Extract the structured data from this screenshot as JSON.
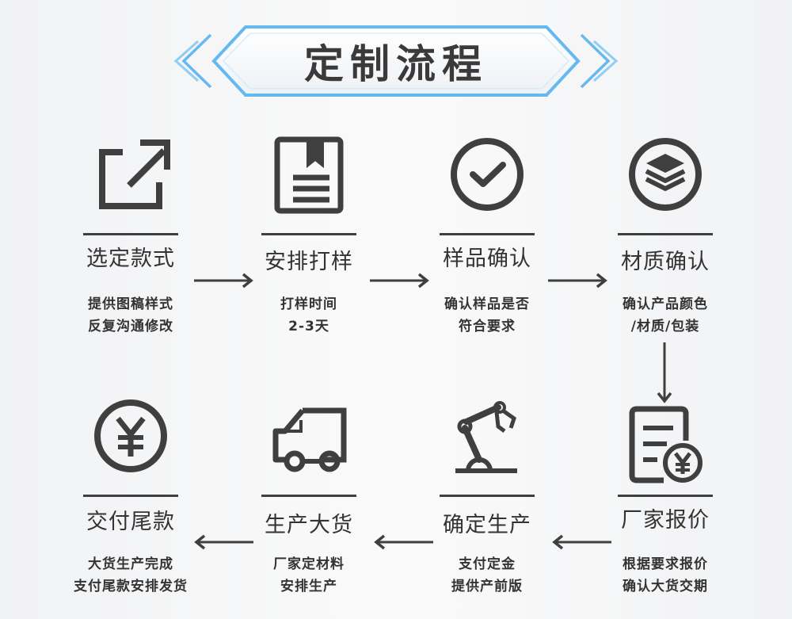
{
  "title": "定制流程",
  "steps": [
    {
      "label": "选定款式",
      "desc": [
        "提供图稿样式",
        "反复沟通修改"
      ],
      "icon": "share-external-icon"
    },
    {
      "label": "安排打样",
      "desc": [
        "打样时间",
        "2-3天"
      ],
      "icon": "document-icon"
    },
    {
      "label": "样品确认",
      "desc": [
        "确认样品是否",
        "符合要求"
      ],
      "icon": "checkmark-circle-icon"
    },
    {
      "label": "材质确认",
      "desc": [
        "确认产品颜色",
        "/材质/包装"
      ],
      "icon": "layers-icon"
    },
    {
      "label": "厂家报价",
      "desc": [
        "根据要求报价",
        "确认大货交期"
      ],
      "icon": "quote-document-icon"
    },
    {
      "label": "确定生产",
      "desc": [
        "支付定金",
        "提供产前版"
      ],
      "icon": "robot-arm-icon"
    },
    {
      "label": "生产大货",
      "desc": [
        "厂家定材料",
        "安排生产"
      ],
      "icon": "truck-icon"
    },
    {
      "label": "交付尾款",
      "desc": [
        "大货生产完成",
        "支付尾款安排发货"
      ],
      "icon": "yuan-coin-icon"
    }
  ],
  "colors": {
    "icon": "#3f3f3f",
    "text": "#333333",
    "banner_accent": "#66b8f0",
    "banner_fill": "#ffffff"
  }
}
